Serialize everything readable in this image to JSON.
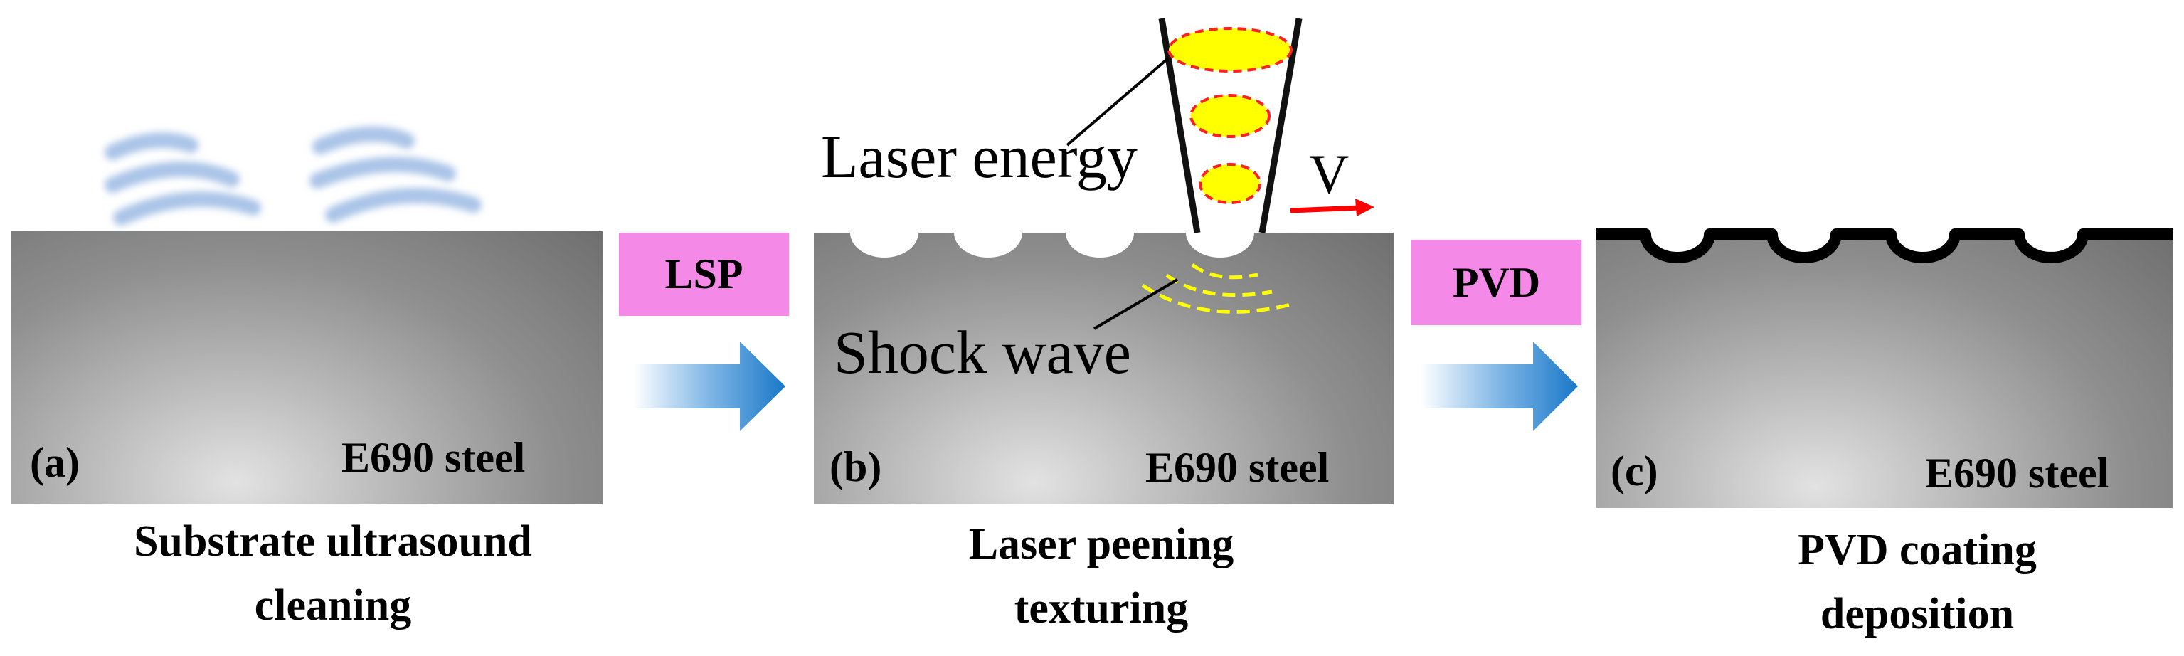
{
  "panels": [
    {
      "tag": "(a)",
      "material": "E690 steel",
      "caption_line1": "Substrate ultrasound",
      "caption_line2": "cleaning"
    },
    {
      "tag": "(b)",
      "material": "E690 steel",
      "caption_line1": "Laser peening",
      "caption_line2": "texturing"
    },
    {
      "tag": "(c)",
      "material": "E690 steel",
      "caption_line1": "PVD coating",
      "caption_line2": "deposition"
    }
  ],
  "steps": [
    {
      "label": "LSP"
    },
    {
      "label": "PVD"
    }
  ],
  "annotations": {
    "laser": "Laser energy",
    "shock": "Shock wave",
    "velocity": "V"
  },
  "colors": {
    "process_box": "#f589e8",
    "arrow_blue": "#1a78c8",
    "laser_fill": "#ffff00",
    "laser_outline": "#ff2020",
    "shock_wave": "#ffff00",
    "velocity_arrow": "#ff0000",
    "coating": "#000000",
    "ultrasound_waves": "#aac4e8"
  }
}
